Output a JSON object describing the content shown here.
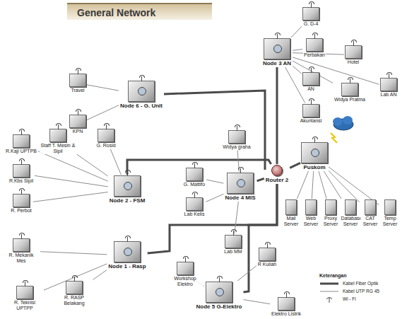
{
  "diagram": {
    "title": "General Network",
    "nodes": [
      {
        "text": [
          "Node 6 - G. Unit"
        ]
      },
      {
        "text": [
          "Travel"
        ]
      },
      {
        "text": [
          "KPN"
        ]
      },
      {
        "text": [
          "Node 3 AN"
        ]
      },
      {
        "text": [
          "G. D-4"
        ]
      },
      {
        "text": [
          "Perbakan"
        ]
      },
      {
        "text": [
          "Hotel"
        ]
      },
      {
        "text": [
          "AN"
        ]
      },
      {
        "text": [
          "Widya Pratma"
        ]
      },
      {
        "text": [
          "Lab AN"
        ]
      },
      {
        "text": [
          "Akuntansi"
        ]
      },
      {
        "text": [
          "Puskom"
        ]
      },
      {
        "text": [
          "Router 2"
        ]
      },
      {
        "text": [
          "Mail Server"
        ]
      },
      {
        "text": [
          "Web Server"
        ]
      },
      {
        "text": [
          "Proxy Server"
        ]
      },
      {
        "text": [
          "Database Server"
        ]
      },
      {
        "text": [
          "CAT Server"
        ]
      },
      {
        "text": [
          "Temp Server"
        ]
      },
      {
        "text": [
          "Node 2 - FSM"
        ]
      },
      {
        "text": [
          "R.Kaji UPTPB"
        ]
      },
      {
        "text": [
          "Staff T. Mesin & Sipil"
        ]
      },
      {
        "text": [
          "R.Kbs Sipil"
        ]
      },
      {
        "text": [
          "R. Perbot"
        ]
      },
      {
        "text": [
          "G. Rosid"
        ]
      },
      {
        "text": [
          "Node 4 MIS"
        ]
      },
      {
        "text": [
          "G. Mattifo"
        ]
      },
      {
        "text": [
          "Lab Kelis"
        ]
      },
      {
        "text": [
          "Widya graha"
        ]
      },
      {
        "text": [
          "Lab MM"
        ]
      },
      {
        "text": [
          "Node 1 - Rasp"
        ]
      },
      {
        "text": [
          "R. Mekanik Mes"
        ]
      },
      {
        "text": [
          "R. Teknisi UPTPP"
        ]
      },
      {
        "text": [
          "R. RASP Belakang"
        ]
      },
      {
        "text": [
          "Node 5 G-Elektro"
        ]
      },
      {
        "text": [
          "Workshop Elektro"
        ]
      },
      {
        "text": [
          "R Kuliah"
        ]
      },
      {
        "text": [
          "Elektro Listrik"
        ]
      }
    ],
    "edges": [
      {
        "from": 0,
        "to": 12,
        "arrow": "none"
      },
      {
        "from": 3,
        "to": 12,
        "arrow": "none"
      },
      {
        "from": 11,
        "to": 12,
        "arrow": "none"
      },
      {
        "from": 19,
        "to": 12,
        "arrow": "none"
      },
      {
        "from": 25,
        "to": 12,
        "arrow": "none"
      },
      {
        "from": 30,
        "to": 12,
        "arrow": "none"
      },
      {
        "from": 34,
        "to": 12,
        "arrow": "none"
      },
      {
        "from": 11,
        "to": 13,
        "arrow": "none"
      },
      {
        "from": 11,
        "to": 14,
        "arrow": "none"
      },
      {
        "from": 11,
        "to": 15,
        "arrow": "none"
      },
      {
        "from": 11,
        "to": 16,
        "arrow": "none"
      },
      {
        "from": 11,
        "to": 17,
        "arrow": "none"
      },
      {
        "from": 11,
        "to": 18,
        "arrow": "none"
      },
      {
        "from": 0,
        "to": 1,
        "arrow": "none"
      },
      {
        "from": 0,
        "to": 2,
        "arrow": "none"
      },
      {
        "from": 3,
        "to": 4,
        "arrow": "none"
      },
      {
        "from": 3,
        "to": 5,
        "arrow": "none"
      },
      {
        "from": 3,
        "to": 6,
        "arrow": "none"
      },
      {
        "from": 3,
        "to": 7,
        "arrow": "none"
      },
      {
        "from": 3,
        "to": 8,
        "arrow": "none"
      },
      {
        "from": 3,
        "to": 9,
        "arrow": "none"
      },
      {
        "from": 3,
        "to": 10,
        "arrow": "none"
      },
      {
        "from": 19,
        "to": 20,
        "arrow": "none"
      },
      {
        "from": 19,
        "to": 21,
        "arrow": "none"
      },
      {
        "from": 19,
        "to": 22,
        "arrow": "none"
      },
      {
        "from": 19,
        "to": 23,
        "arrow": "none"
      },
      {
        "from": 19,
        "to": 24,
        "arrow": "none"
      },
      {
        "from": 25,
        "to": 26,
        "arrow": "none"
      },
      {
        "from": 25,
        "to": 27,
        "arrow": "none"
      },
      {
        "from": 25,
        "to": 28,
        "arrow": "none"
      },
      {
        "from": 25,
        "to": 29,
        "arrow": "none"
      },
      {
        "from": 30,
        "to": 31,
        "arrow": "none"
      },
      {
        "from": 30,
        "to": 32,
        "arrow": "none"
      },
      {
        "from": 30,
        "to": 33,
        "arrow": "none"
      },
      {
        "from": 34,
        "to": 35,
        "arrow": "none"
      },
      {
        "from": 34,
        "to": 36,
        "arrow": "none"
      },
      {
        "from": 34,
        "to": 37,
        "arrow": "none"
      }
    ],
    "labels": [
      "Keterangan"
    ],
    "legend": [
      {
        "text": "Kabel Fiber Optik"
      },
      {
        "text": "Kabel UTP RG 45"
      },
      {
        "text": "Wi - Fi"
      }
    ]
  }
}
